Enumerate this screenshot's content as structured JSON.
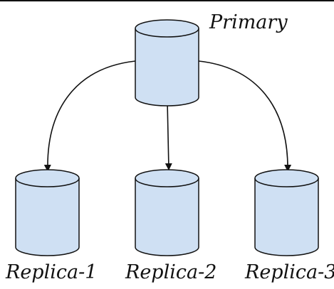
{
  "diagram": {
    "nodes": {
      "primary": {
        "label": "Primary",
        "icon": "database-cylinder-icon"
      },
      "replicas": [
        {
          "label": "Replica-1",
          "icon": "database-cylinder-icon"
        },
        {
          "label": "Replica-2",
          "icon": "database-cylinder-icon"
        },
        {
          "label": "Replica-3",
          "icon": "database-cylinder-icon"
        }
      ]
    },
    "edges": [
      {
        "from": "Primary",
        "to": "Replica-1"
      },
      {
        "from": "Primary",
        "to": "Replica-2"
      },
      {
        "from": "Primary",
        "to": "Replica-3"
      }
    ],
    "colors": {
      "node_fill": "#cfe0f3",
      "stroke": "#111111",
      "background": "#ffffff"
    }
  }
}
